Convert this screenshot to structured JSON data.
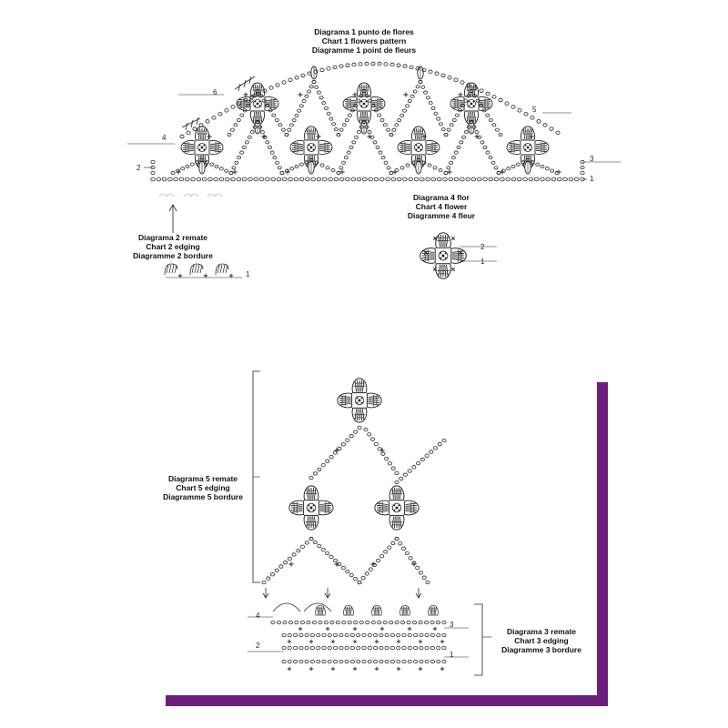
{
  "colors": {
    "accent_purple": "#6d1f7e",
    "line": "#222222"
  },
  "chart1": {
    "lines": [
      "Diagrama 1 punto de flores",
      "Chart 1 flowers pattern",
      "Diagramme 1 point de fleurs"
    ]
  },
  "chart2": {
    "lines": [
      "Diagrama 2 remate",
      "Chart 2 edging",
      "Diagramme 2 bordure"
    ]
  },
  "chart4": {
    "lines": [
      "Diagrama 4 flor",
      "Chart 4 flower",
      "Diagramme 4 fleur"
    ]
  },
  "chart5": {
    "lines": [
      "Diagrama 5 remate",
      "Chart 5 edging",
      "Diagramme 5 bordure"
    ]
  },
  "chart3": {
    "lines": [
      "Diagrama 3 remate",
      "Chart 3 edging",
      "Diagramme 3 bordure"
    ]
  },
  "row_numbers": {
    "c1_r1": "1",
    "c1_r2": "2",
    "c1_r3": "3",
    "c1_r4": "4",
    "c1_r5": "5",
    "c1_r6": "6",
    "c2_r1": "1",
    "c4_r1": "1",
    "c4_r2": "2",
    "c3_r1": "1",
    "c3_r2": "2",
    "c3_r3": "3",
    "c3_r4": "4"
  }
}
